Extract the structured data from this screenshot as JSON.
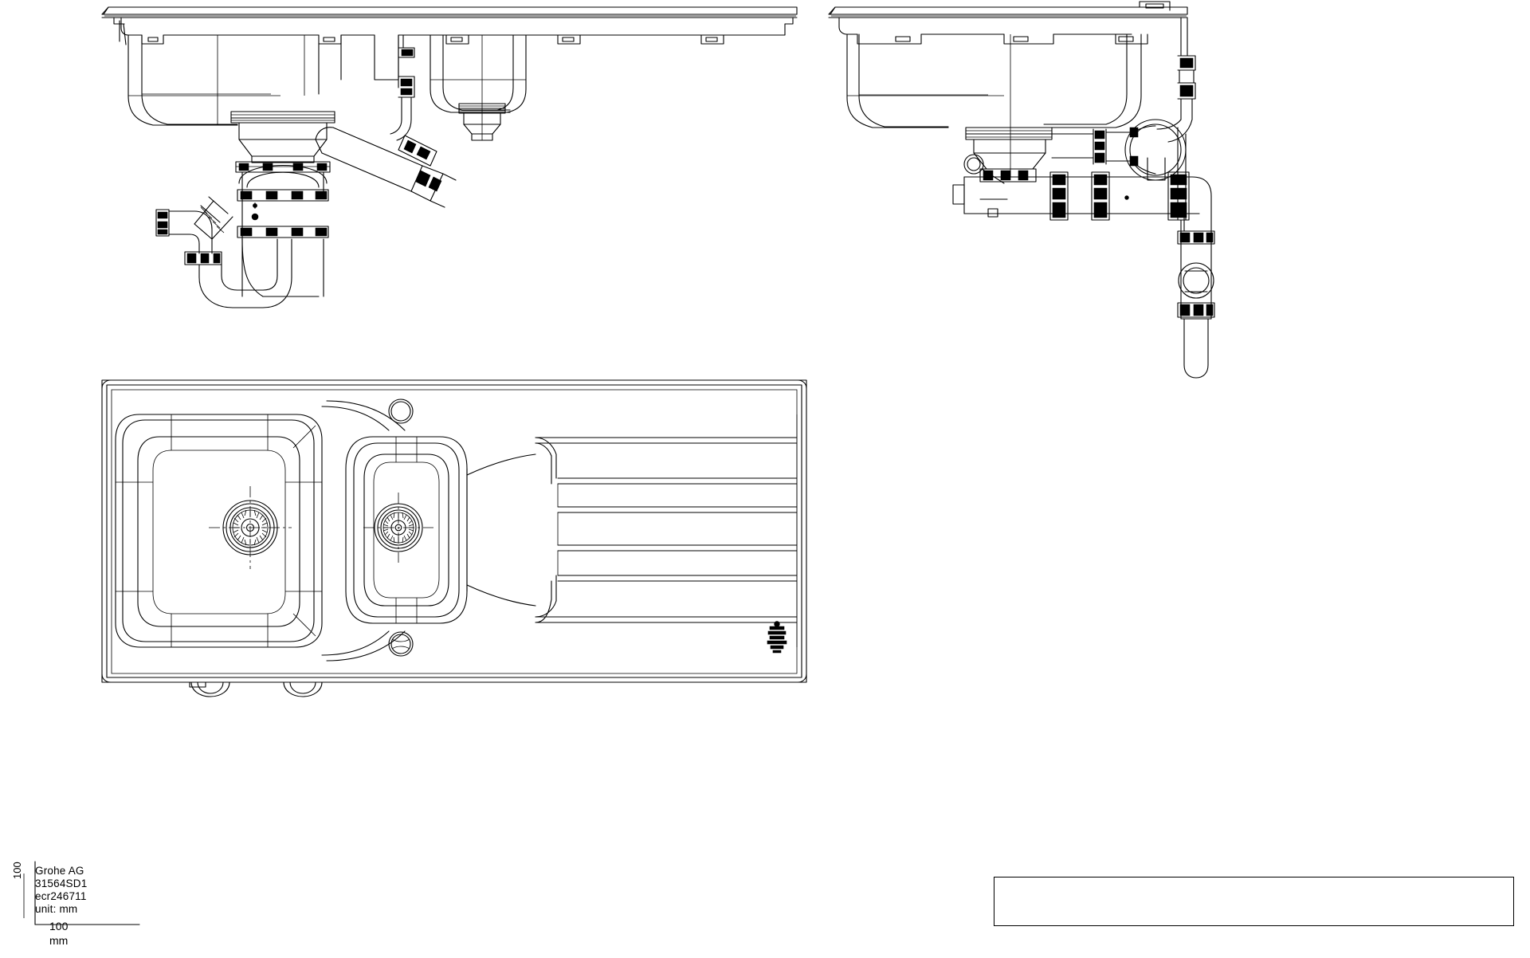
{
  "document": {
    "type": "technical-drawing",
    "description": "CAD technical drawing of a Grohe stainless steel double-bowl kitchen sink with drainer and waste trap assembly"
  },
  "title_block": {
    "company": "Grohe  AG",
    "article_number": "31564SD1",
    "drawing_number": "ecr246711",
    "unit_label": "unit:  mm",
    "scale_vertical": "100",
    "scale_value": "100",
    "scale_unit": "mm"
  },
  "views": [
    {
      "id": "front-section",
      "name": "Front section view with waste trap",
      "position": "top-left"
    },
    {
      "id": "side-section",
      "name": "Side section view with bottle trap",
      "position": "top-right"
    },
    {
      "id": "plan-view",
      "name": "Plan view of sink with two bowls and drainer",
      "position": "bottom-left"
    }
  ],
  "plan_view": {
    "bowls": [
      "main-bowl",
      "half-bowl"
    ],
    "features": [
      "tap-hole",
      "overflow-hole",
      "drainer-grooves",
      "brand-emblem"
    ],
    "brand_emblem": "grohe-logo"
  },
  "note_box": {
    "content": ""
  },
  "colors": {
    "line": "#000000",
    "background": "#ffffff"
  }
}
